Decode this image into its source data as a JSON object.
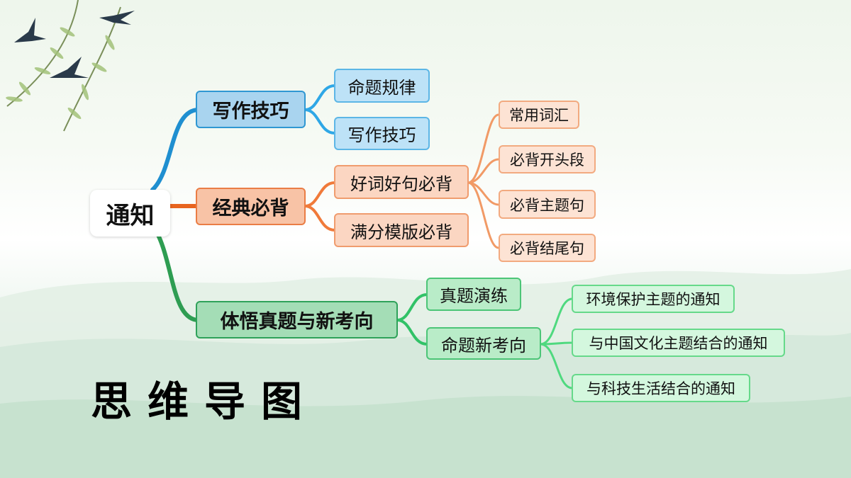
{
  "root": "通知",
  "branches": [
    {
      "label": "写作技巧",
      "children": [
        "命题规律",
        "写作技巧"
      ]
    },
    {
      "label": "经典必背",
      "children": [
        "好词好句必背",
        "满分模版必背"
      ],
      "subchildren": [
        "常用词汇",
        "必背开头段",
        "必背主题句",
        "必背结尾句"
      ]
    },
    {
      "label": "体悟真题与新考向",
      "children": [
        "真题演练",
        "命题新考向"
      ],
      "subchildren": [
        "环境保护主题的通知",
        "与中国文化主题结合的通知",
        "与科技生活结合的通知"
      ]
    }
  ],
  "footer_title": "思维导图",
  "colors": {
    "blue": "#2f97d2",
    "orange": "#ea6a2c",
    "green": "#2e9d52",
    "green_light": "#3ecb6e",
    "orange_light": "#f08f56",
    "blue_light": "#3db0e8"
  }
}
